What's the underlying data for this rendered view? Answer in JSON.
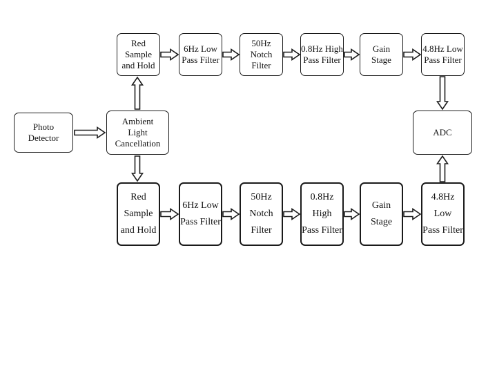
{
  "diagram": {
    "photo_detector": "Photo\nDetector",
    "ambient": "Ambient\nLight\nCancellation",
    "adc": "ADC",
    "top_row": [
      "Red Sample\nand Hold",
      "6Hz Low\nPass Filter",
      "50Hz Notch\nFilter",
      "0.8Hz High\nPass Filter",
      "Gain\nStage",
      "4.8Hz Low\nPass Filter"
    ],
    "bottom_row": [
      "Red Sample\nand Hold",
      "6Hz Low\nPass Filter",
      "50Hz Notch\nFilter",
      "0.8Hz High\nPass Filter",
      "Gain\nStage",
      "4.8Hz Low\nPass Filter"
    ]
  },
  "colors": {
    "line": "#1a1a1a",
    "background": "#ffffff",
    "text": "#111111"
  }
}
